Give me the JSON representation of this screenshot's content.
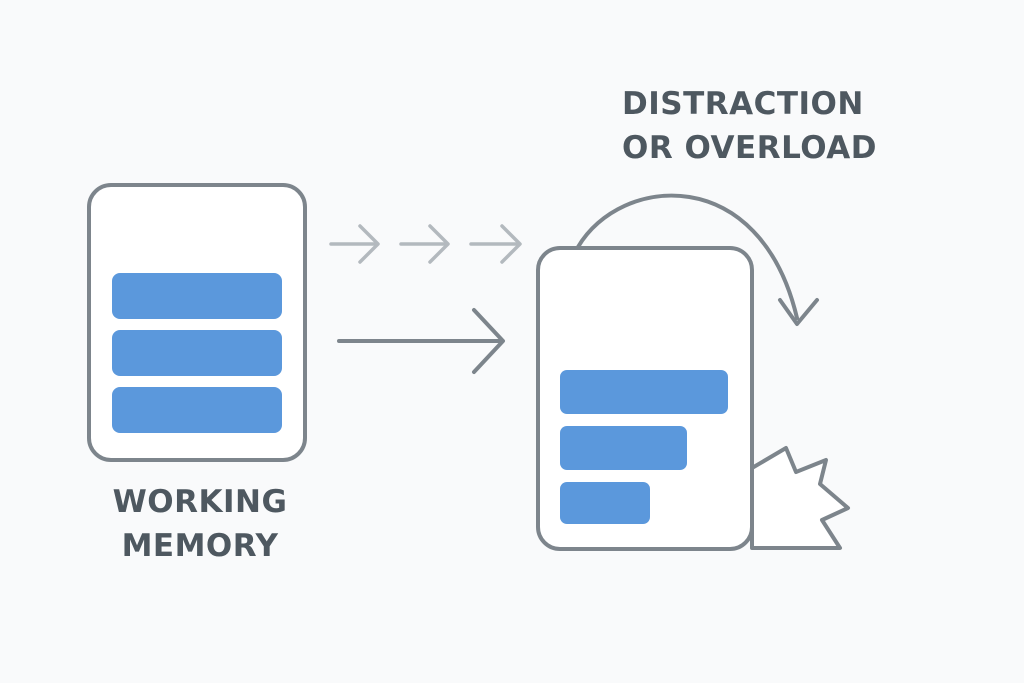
{
  "labels": {
    "working_memory": [
      "WORKING",
      "MEMORY"
    ],
    "distraction": [
      "DISTRACTION",
      "OR OVERLOAD"
    ]
  },
  "colors": {
    "background": "#f9fafb",
    "outline": "#7d858c",
    "bar": "#5b98dc",
    "text": "#4e5860",
    "faded_arrow": "#b3b9be"
  },
  "icons": {
    "flow_arrows": "chevron-right-icon",
    "main_arrow": "arrow-right-icon",
    "overload_arrow": "curved-arrow-icon",
    "burst": "burst-icon"
  }
}
